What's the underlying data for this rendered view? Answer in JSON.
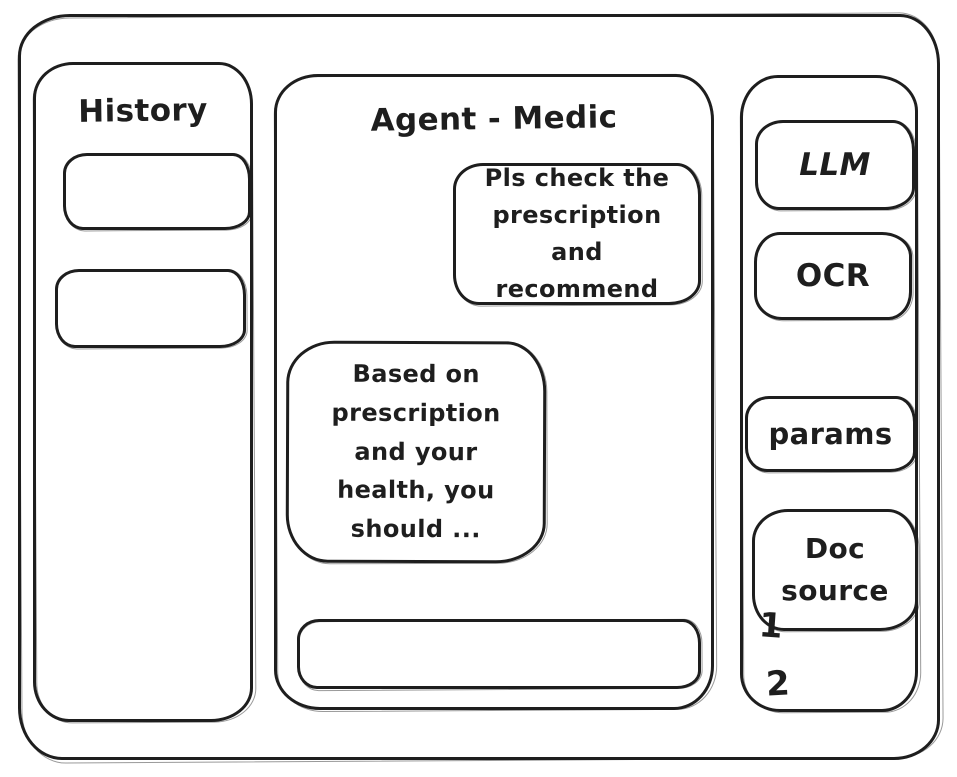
{
  "app": {
    "ink_color": "#1e1e1e",
    "background_color": "#ffffff"
  },
  "history_panel": {
    "title": "History",
    "items": [
      "",
      ""
    ]
  },
  "chat_panel": {
    "title": "Agent - Medic",
    "messages": [
      {
        "role": "user",
        "align": "right",
        "text": "Pls check the\nprescription\nand recommend"
      },
      {
        "role": "assistant",
        "align": "left",
        "text": "Based on\nprescription\nand your\nhealth, you\nshould ..."
      }
    ],
    "input": {
      "value": "",
      "placeholder": ""
    }
  },
  "tools_panel": {
    "buttons": [
      {
        "id": "llm",
        "label": "LLM"
      },
      {
        "id": "ocr",
        "label": "OCR"
      },
      {
        "id": "params",
        "label": "params"
      },
      {
        "id": "doc-source",
        "label": "Doc\nsource"
      }
    ],
    "doc_source_items": [
      "1",
      "2"
    ]
  }
}
